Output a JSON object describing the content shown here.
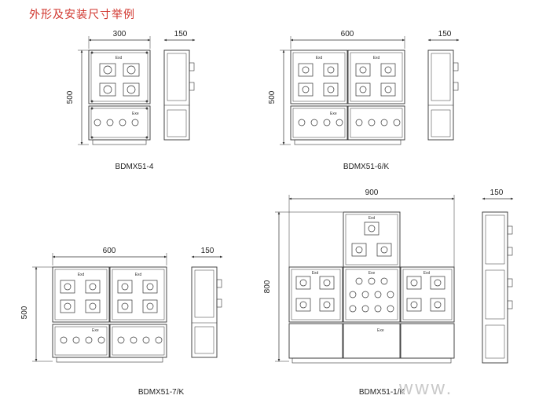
{
  "title": "外形及安装尺寸举例",
  "colors": {
    "title": "#d0342c",
    "line": "#333333",
    "watermark": "#c9c9c9"
  },
  "figures": [
    {
      "model": "BDMX51-4",
      "width": "300",
      "height": "500",
      "depth": "150"
    },
    {
      "model": "BDMX51-6/K",
      "width": "600",
      "height": "500",
      "depth": "150"
    },
    {
      "model": "BDMX51-7/K",
      "width": "600",
      "height": "500",
      "depth": "150"
    },
    {
      "model": "BDMX51-1/K",
      "width": "900",
      "height": "800",
      "depth": "150"
    }
  ],
  "marks": {
    "exd": "Exd",
    "exe": "Exe"
  },
  "watermark": "www."
}
